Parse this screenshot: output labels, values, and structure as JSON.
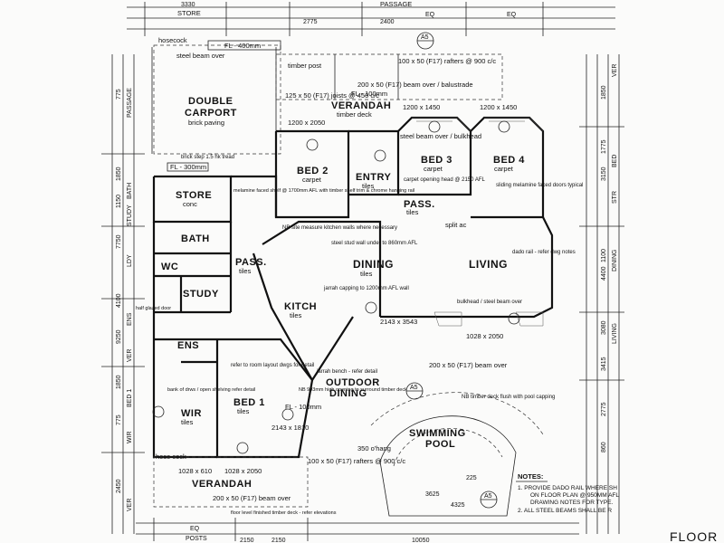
{
  "rooms": {
    "double_carport": "DOUBLE",
    "carport_line2": "CARPORT",
    "carport_floor": "brick paving",
    "verandah_top": "VERANDAH",
    "verandah_top_floor": "timber deck",
    "bed2": "BED 2",
    "bed2_floor": "carpet",
    "entry": "ENTRY",
    "entry_floor": "tiles",
    "bed3": "BED 3",
    "bed3_floor": "carpet",
    "bed4": "BED 4",
    "bed4_floor": "carpet",
    "store": "STORE",
    "store_floor": "conc",
    "pass_top": "PASS.",
    "pass_top_floor": "tiles",
    "bath": "BATH",
    "pass_mid": "PASS.",
    "pass_mid_floor": "tiles",
    "wc": "WC",
    "study": "STUDY",
    "dining": "DINING",
    "dining_floor": "tiles",
    "living": "LIVING",
    "kitch": "KITCH",
    "kitch_floor": "tiles",
    "ens": "ENS",
    "bed1": "BED 1",
    "bed1_floor": "tiles",
    "wir": "WIR",
    "wir_floor": "tiles",
    "outdoor": "OUTDOOR",
    "outdoor_line2": "DINING",
    "swimming": "SWIMMING",
    "pool": "POOL",
    "verandah_bottom": "VERANDAH"
  },
  "top_labels": {
    "store": "STORE",
    "passage": "PASSAGE",
    "dim_3330": "3330",
    "dim_2775": "2775",
    "dim_2400": "2400",
    "eq1": "EQ",
    "eq2": "EQ",
    "hosecock": "hosecock",
    "fl400": "FL - 400mm",
    "steel_beam_over": "steel beam over",
    "timber_post": "timber post",
    "rafters": "100 x 50 (F17) rafters @ 900 c/c",
    "beam_balustrade": "200 x 50 (F17) beam over / balustrade",
    "joists": "125 x 50 (F17) joists @ 450 c/c",
    "fl100": "FL - 100mm"
  },
  "annotations": {
    "w1": "1200 x 2050",
    "w2": "1200 x 1450",
    "w3": "1200 x 1450",
    "steel_beam_bulkhead": "steel beam over / bulkhead",
    "melamine": "melamine faced shelf @ 1700mm AFL with timber shelf trim & chrome hanging rail",
    "carpet_opening": "carpet opening head @ 2150 AFL",
    "sliding_doors": "sliding melamine faced doors typical",
    "brick_step": "brick step 1.5 hk tread",
    "fl300": "FL - 300mm",
    "ns_kitchen": "NB site measure kitchen walls where necessary",
    "split_ac": "split ac",
    "steel_stud": "steel stud wall under to 860mm AFL",
    "jarrah_capping": "jarrah capping to 1200mm AFL wall",
    "dado_rail": "dado rail - refer dwg notes",
    "bulkhead_beam": "bulkhead / steel beam over",
    "w_2143": "2143 x 3543",
    "w_1028a": "1028 x 2050",
    "half_glazed": "half glazed door",
    "refer_room": "refer to room layout dwgs for detail",
    "bank_drawers": "bank of drws / open shelving refer detail",
    "jarrah_bench": "jarrah bench - refer detail",
    "nb_993": "NB 993mm high opening to surround timber deck",
    "beam_over_mid": "200 x 50 (F17) beam over",
    "nb_timber_deck": "NB timber deck flush with pool capping",
    "dim_2143_1810": "2143 x 1810",
    "dim_1028_2050": "1028 x 2050",
    "dim_1028_610": "1028 x 610",
    "rafters_900": "100 x 50 (F17) rafters @ 900 c/c",
    "hose_cock": "hose cock",
    "beam_over_bottom": "200 x 50 (F17) beam over",
    "ohang": "350 o'hang",
    "fl100_bottom": "FL - 100mm",
    "dim_225": "225",
    "dim_4325": "4325",
    "dim_3625": "3625",
    "dim_10050": "10050",
    "dim_2150": "2150",
    "dim_2150b": "2150",
    "eq_bottom": "EQ",
    "posts": "POSTS",
    "bottom_note": "floor level finished timber deck - refer elevations"
  },
  "left_dims": [
    "775",
    "1850",
    "1150",
    "7750",
    "4100",
    "9250",
    "1850",
    "775",
    "2450"
  ],
  "left_labels": [
    "PASSAGE",
    "BATH",
    "STUDY",
    "LDY",
    "ENS",
    "VER",
    "BED 1",
    "WIR",
    "VER"
  ],
  "right_dims": [
    "1850",
    "1775",
    "3150",
    "1100",
    "4400",
    "3080",
    "3415",
    "2775",
    "860"
  ],
  "right_labels": [
    "VER",
    "BED",
    "STR",
    "DINING",
    "LIVING"
  ],
  "notes": {
    "title": "NOTES:",
    "n1": "1.   PROVIDE DADO RAIL WHERE SH",
    "n1b": "ON FLOOR PLAN @ 950MM AFL",
    "n1c": "DRAWING NOTES FOR TYPE.",
    "n2": "2.   ALL STEEL BEAMS SHALL BE R"
  },
  "sheet_title": "FLOOR",
  "section_marks": [
    "A5",
    "A5",
    "A5"
  ]
}
